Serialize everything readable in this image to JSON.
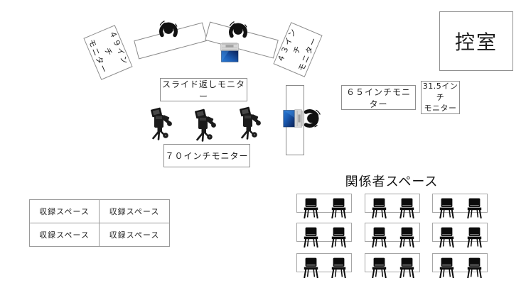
{
  "stage": {
    "monitor49": {
      "line1": "４９インチ",
      "line2": "モニター"
    },
    "monitor43": {
      "line1": "４３インチ",
      "line2": "モニター"
    },
    "slide_return_monitor": "スライド返しモニター",
    "monitor70": "７０インチモニター",
    "monitor65": "６５インチモニター",
    "monitor315": {
      "line1": "31.5インチ",
      "line2": "モニター"
    },
    "waiting_room": "控室"
  },
  "recording_area": {
    "cells": [
      "収録スペース",
      "収録スペース",
      "収録スペース",
      "収録スペース"
    ]
  },
  "seating_area": {
    "title": "関係者スペース",
    "rows": 3,
    "cols": 3,
    "chairs_per_table": 2
  },
  "equipment": {
    "cameras": 3,
    "laptops": 2,
    "people_with_headsets": 3
  },
  "colors": {
    "line": "#8f8f8f",
    "icon_black": "#161616",
    "laptop_screen_dark": "#0a1f55",
    "laptop_screen_light": "#2b7bd4"
  }
}
